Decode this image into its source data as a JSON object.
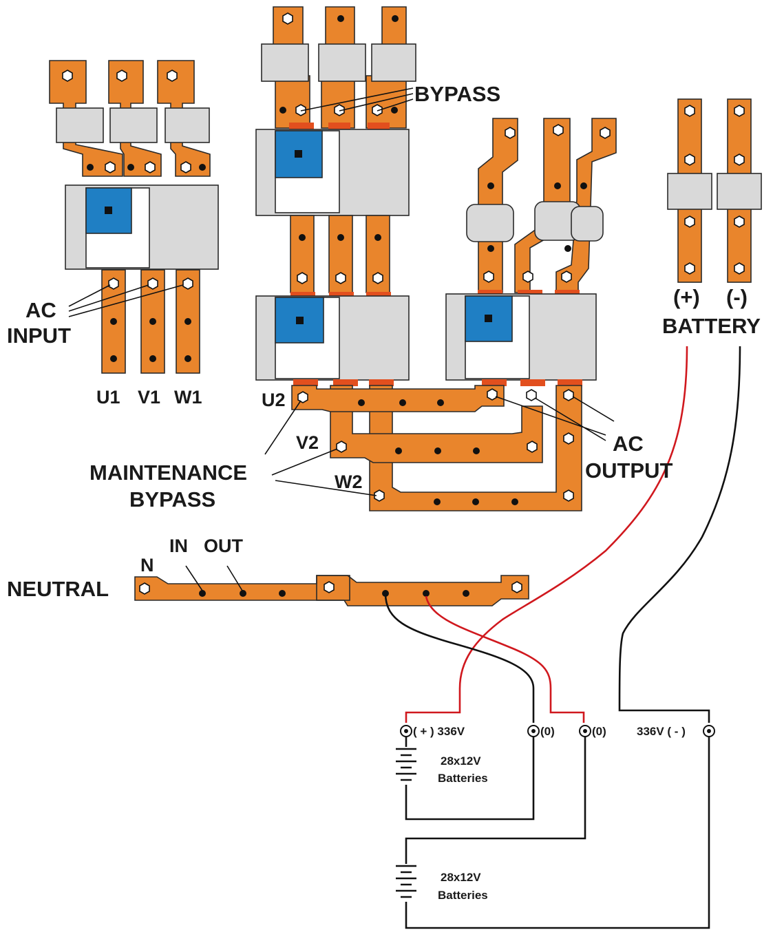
{
  "colors": {
    "copper": "#e9852c",
    "insulator": "#d9d9d9",
    "breaker_handle": "#1f7fc4",
    "positive_wire": "#d0181e",
    "negative_wire": "#111111"
  },
  "labels": {
    "bypass": "BYPASS",
    "ac_input_line1": "AC",
    "ac_input_line2": "INPUT",
    "u1": "U1",
    "v1": "V1",
    "w1": "W1",
    "u2": "U2",
    "v2": "V2",
    "w2": "W2",
    "maintenance_line1": "MAINTENANCE",
    "maintenance_line2": "BYPASS",
    "ac_output_line1": "AC",
    "ac_output_line2": "OUTPUT",
    "battery_plus": "(+)",
    "battery_minus": "(-)",
    "battery": "BATTERY",
    "neutral": "NEUTRAL",
    "n": "N",
    "in": "IN",
    "out": "OUT"
  },
  "battery_circuit": {
    "terminal_plus": "( + ) 336V",
    "terminal_zero_a": "(0)",
    "terminal_zero_b": "(0)",
    "terminal_minus": "336V ( - )",
    "bank1_line1": "28x12V",
    "bank1_line2": "Batteries",
    "bank2_line1": "28x12V",
    "bank2_line2": "Batteries"
  }
}
